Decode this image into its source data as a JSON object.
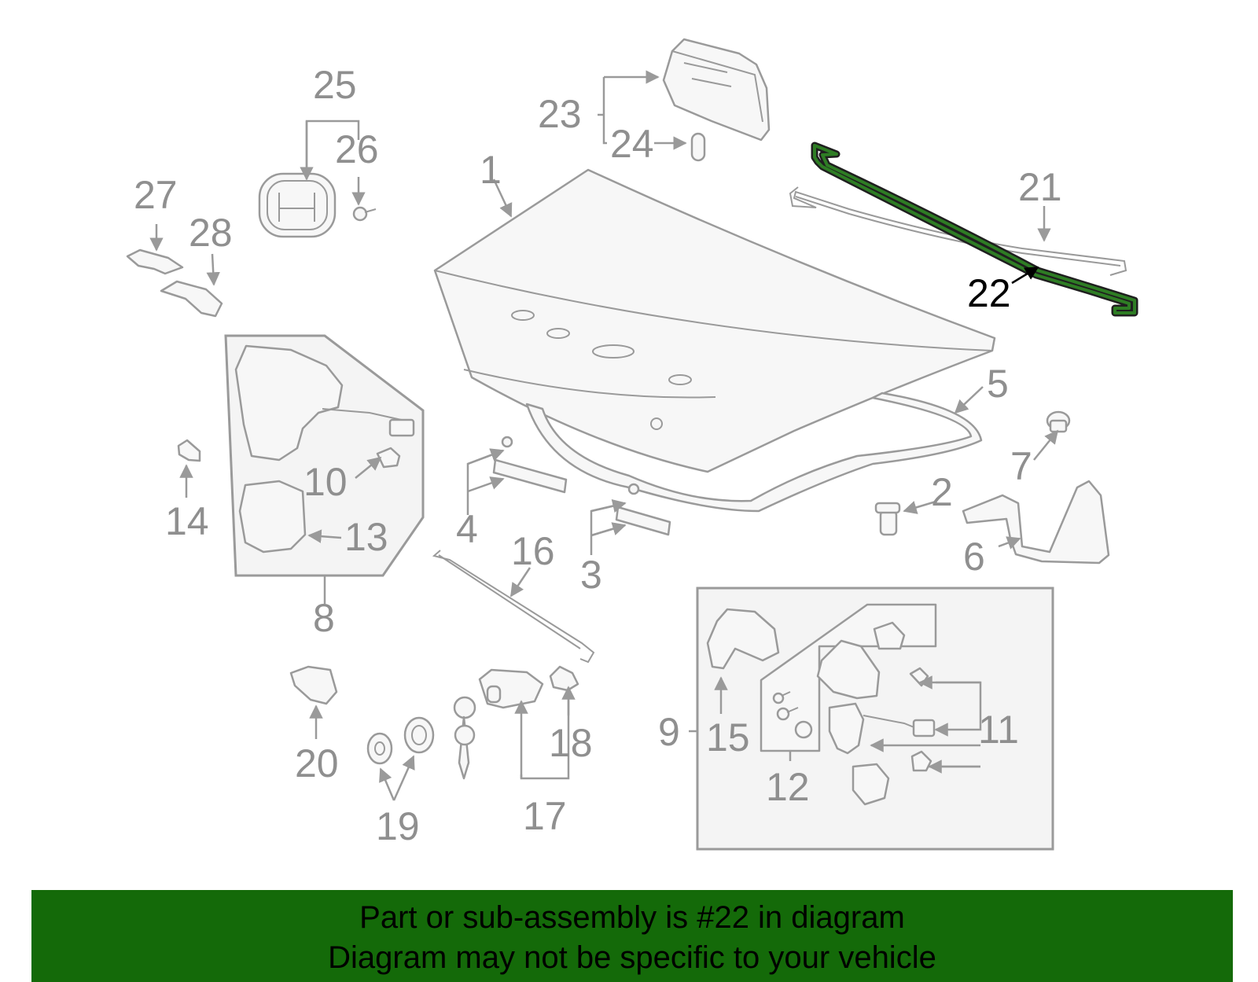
{
  "diagram": {
    "highlighted_part": "22",
    "callouts": {
      "c1": "1",
      "c2": "2",
      "c3": "3",
      "c4": "4",
      "c5": "5",
      "c6": "6",
      "c7": "7",
      "c8": "8",
      "c9": "9",
      "c10": "10",
      "c11": "11",
      "c12": "12",
      "c13": "13",
      "c14": "14",
      "c15": "15",
      "c16": "16",
      "c17": "17",
      "c18": "18",
      "c19": "19",
      "c20": "20",
      "c21": "21",
      "c22": "22",
      "c23": "23",
      "c24": "24",
      "c25": "25",
      "c26": "26",
      "c27": "27",
      "c28": "28"
    },
    "colors": {
      "line": "#9a9a9a",
      "callout_text": "#8f8f8f",
      "highlight": "#2e7d24",
      "banner_background": "#146a09"
    }
  },
  "banner": {
    "line1": "Part or sub-assembly is #22 in diagram",
    "line2": "Diagram may not be specific to your vehicle"
  }
}
